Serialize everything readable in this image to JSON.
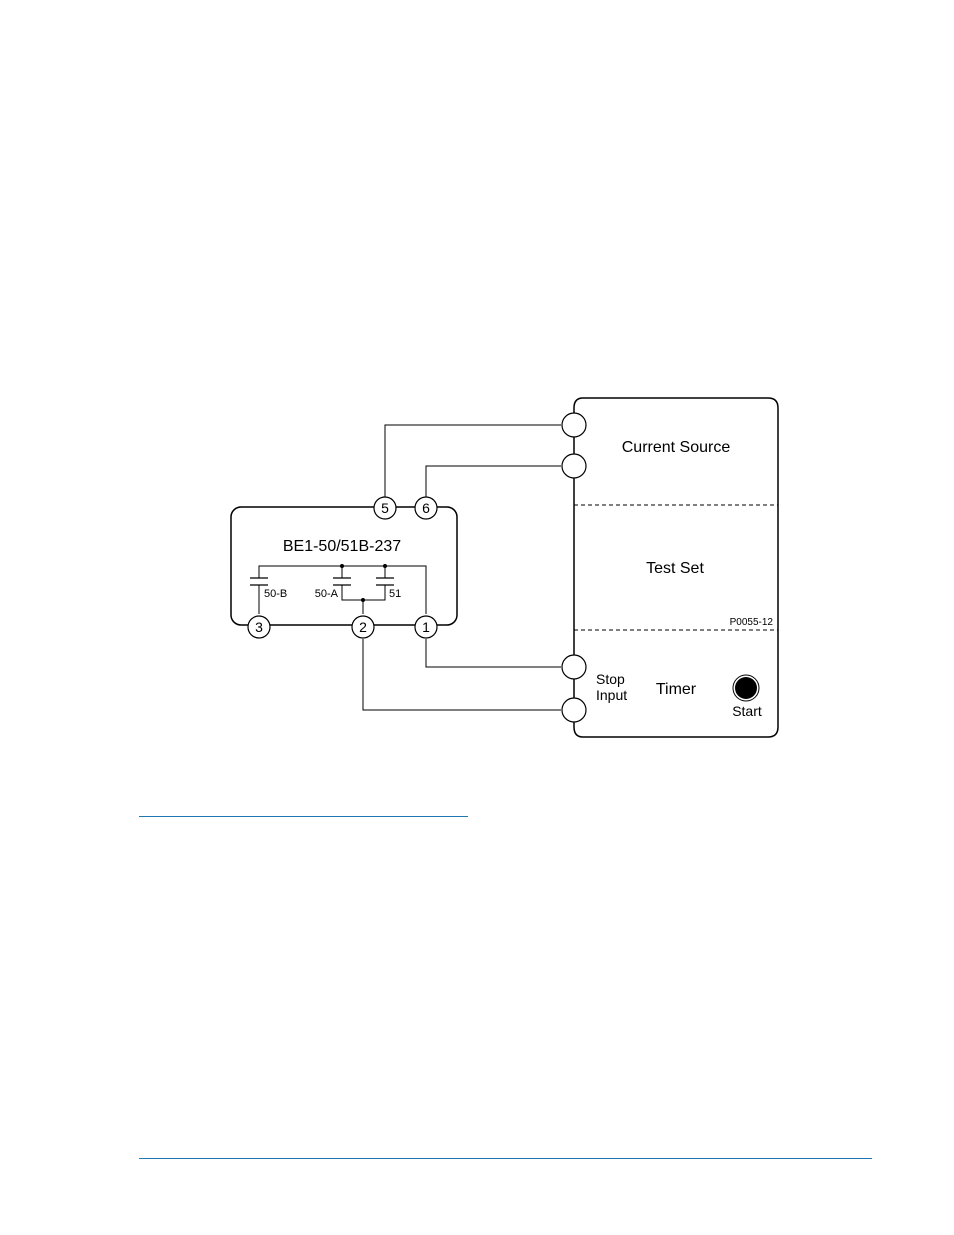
{
  "diagram": {
    "relay": {
      "title": "BE1-50/51B-237",
      "terminals": [
        "1",
        "2",
        "3",
        "5",
        "6"
      ],
      "contacts": [
        "50-B",
        "50-A",
        "51"
      ]
    },
    "test_set": {
      "current_source_label": "Current Source",
      "test_set_label": "Test Set",
      "figure_code": "P0055-12",
      "stop_label_line1": "Stop",
      "stop_label_line2": "Input",
      "timer_label": "Timer",
      "start_label": "Start"
    }
  },
  "colors": {
    "line": "#000000",
    "rule": "#1f77b4"
  }
}
